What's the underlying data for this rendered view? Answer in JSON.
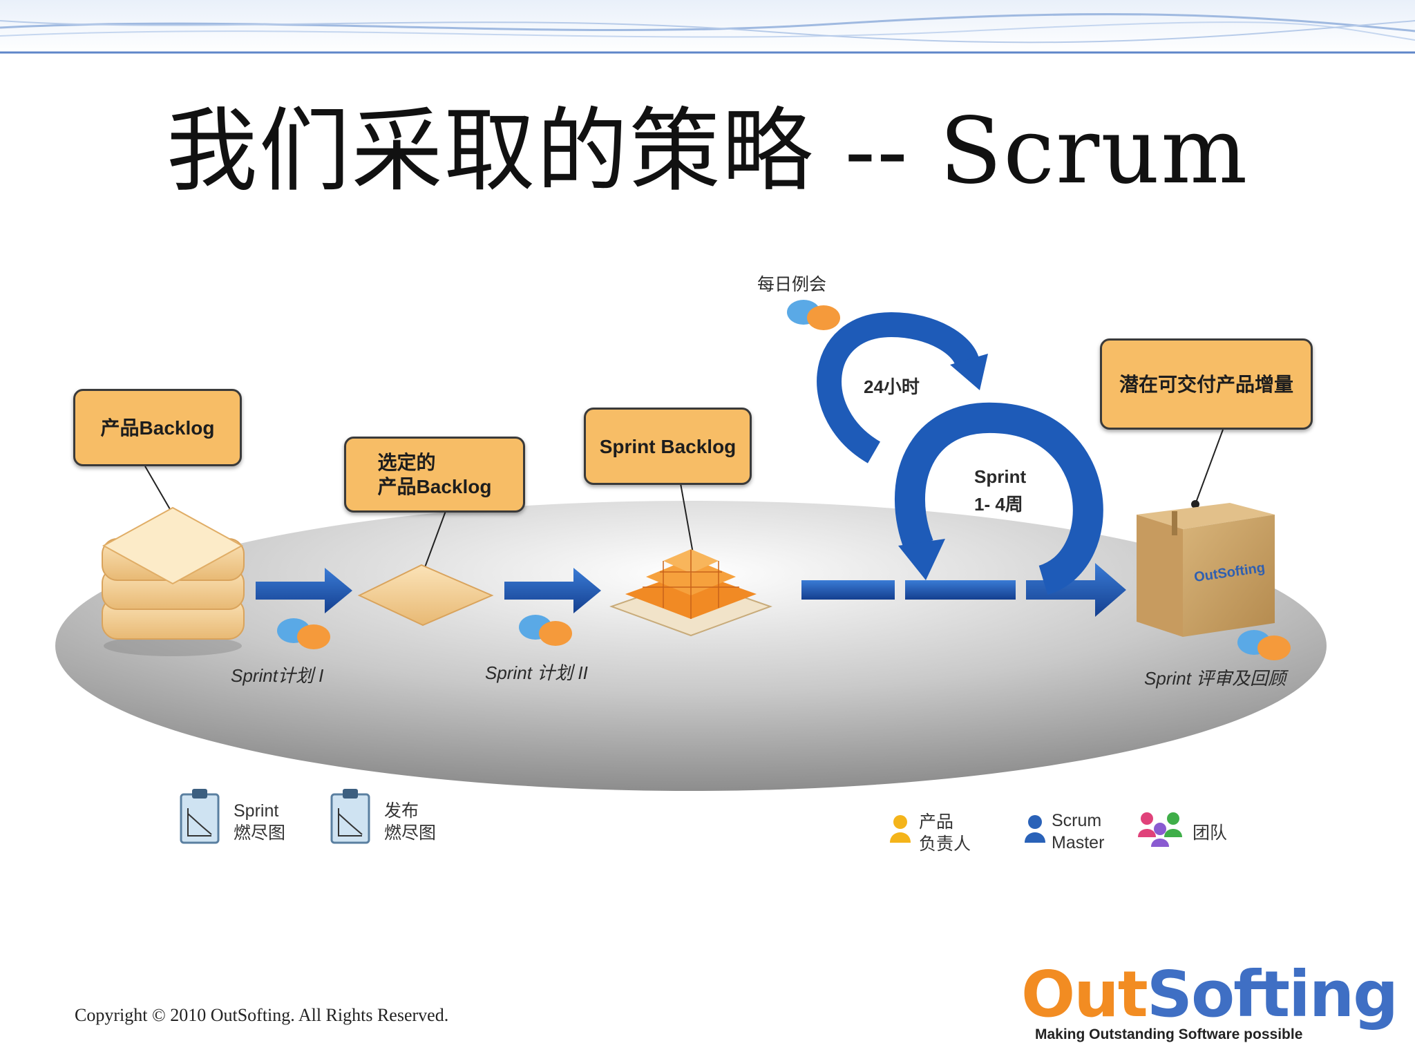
{
  "title": "我们采取的策略   -- Scrum",
  "callouts": {
    "product_backlog": "产品Backlog",
    "selected_backlog": "选定的\n产品Backlog",
    "sprint_backlog": "Sprint Backlog",
    "increment": "潜在可交付产品增量"
  },
  "labels": {
    "daily_meeting": "每日例会",
    "hours24": "24小时",
    "sprint_duration_1": "Sprint",
    "sprint_duration_2": "1- 4周",
    "sprint_plan_1": "Sprint计划 I",
    "sprint_plan_2": "Sprint 计划 II",
    "sprint_review": "Sprint 评审及回顾",
    "box_brand": "OutSofting"
  },
  "legend": {
    "sprint_burndown_1": "Sprint",
    "sprint_burndown_2": "燃尽图",
    "release_burndown_1": "发布",
    "release_burndown_2": "燃尽图",
    "product_owner_1": "产品",
    "product_owner_2": "负责人",
    "scrum_master_1": "Scrum",
    "scrum_master_2": "Master",
    "team": "团队"
  },
  "footer": {
    "copyright": "Copyright © 2010 OutSofting. All Rights Reserved.",
    "logo_out": "Out",
    "logo_softing": "Softing",
    "logo_tagline": "Making Outstanding Software possible"
  },
  "colors": {
    "callout_fill": "#f7bd66",
    "arrow_blue": "#1e5bb8",
    "logo_orange": "#f28c22",
    "logo_blue": "#3f6fc4"
  }
}
